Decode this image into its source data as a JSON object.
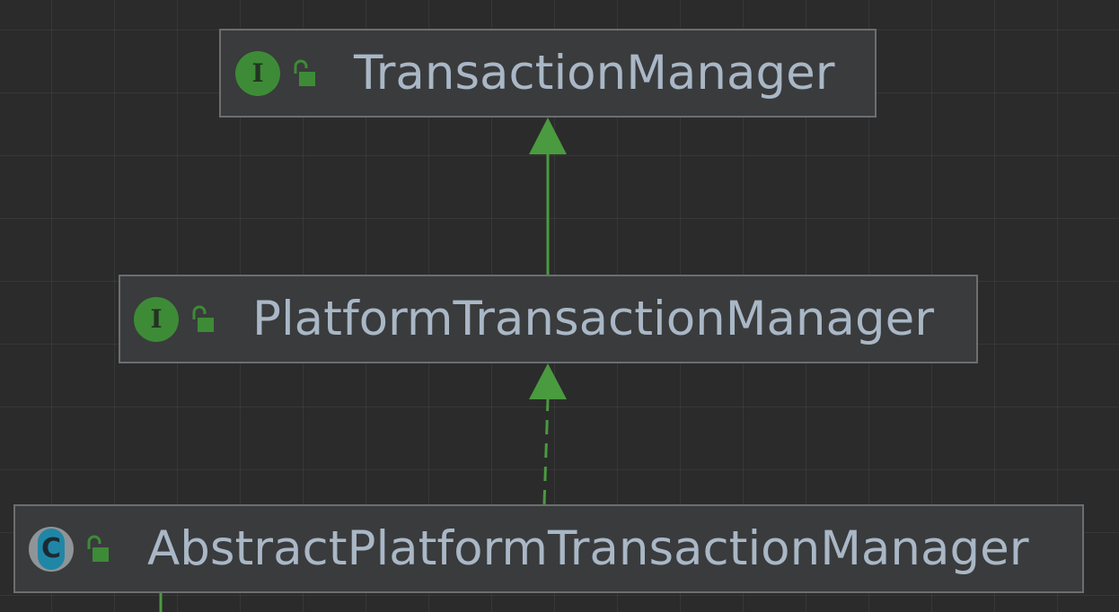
{
  "diagram": {
    "nodes": [
      {
        "id": "tm",
        "label": "TransactionManager",
        "kind": "interface",
        "kind_glyph": "I",
        "access": "public-lock-icon"
      },
      {
        "id": "ptm",
        "label": "PlatformTransactionManager",
        "kind": "interface",
        "kind_glyph": "I",
        "access": "public-lock-icon"
      },
      {
        "id": "aptm",
        "label": "AbstractPlatformTransactionManager",
        "kind": "class",
        "kind_glyph": "C",
        "access": "public-lock-icon"
      }
    ],
    "edges": [
      {
        "from": "ptm",
        "to": "tm",
        "type": "extends",
        "style": "solid"
      },
      {
        "from": "aptm",
        "to": "ptm",
        "type": "implements",
        "style": "dashed"
      }
    ],
    "colors": {
      "background": "#2b2b2b",
      "node_fill": "#3a3b3c",
      "node_border": "#6c6e70",
      "label": "#a9b7c6",
      "interface_icon": "#3d8b37",
      "class_icon": "#2086a6",
      "edge": "#4a9a3f"
    }
  }
}
